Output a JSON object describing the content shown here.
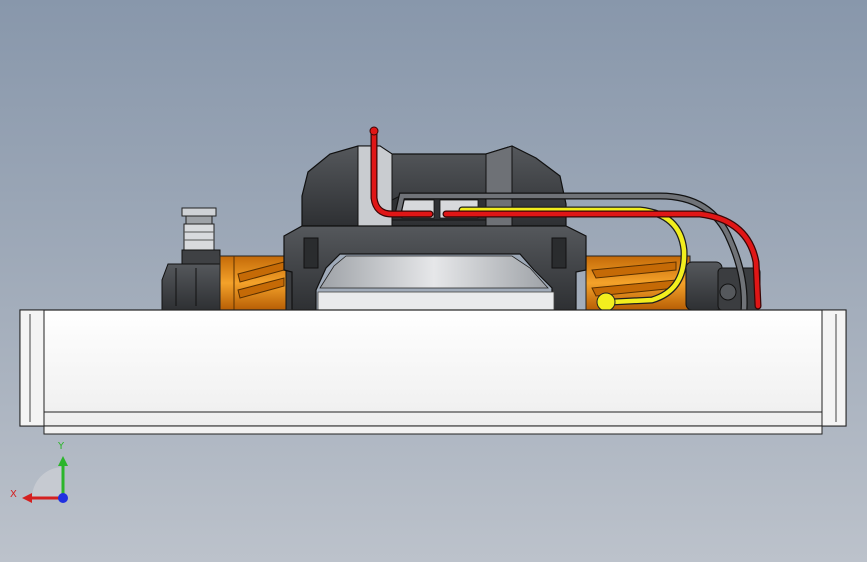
{
  "viewport": {
    "view_name": "front",
    "background_top": "#8897ab",
    "background_bottom": "#bcc2cb"
  },
  "triad": {
    "x_label": "X",
    "y_label": "Y",
    "x_color": "#d42020",
    "y_color": "#2bb52b",
    "z_color": "#2030e0"
  },
  "model_colors": {
    "body_dark": "#3b3d40",
    "body_mid": "#5a5d61",
    "highlight": "#c9ccd0",
    "orange": "#e98a16",
    "hose_red": "#e01616",
    "hose_yellow": "#f2ee1e",
    "hose_grey": "#55585c",
    "rail_white": "#fbfbfb"
  }
}
